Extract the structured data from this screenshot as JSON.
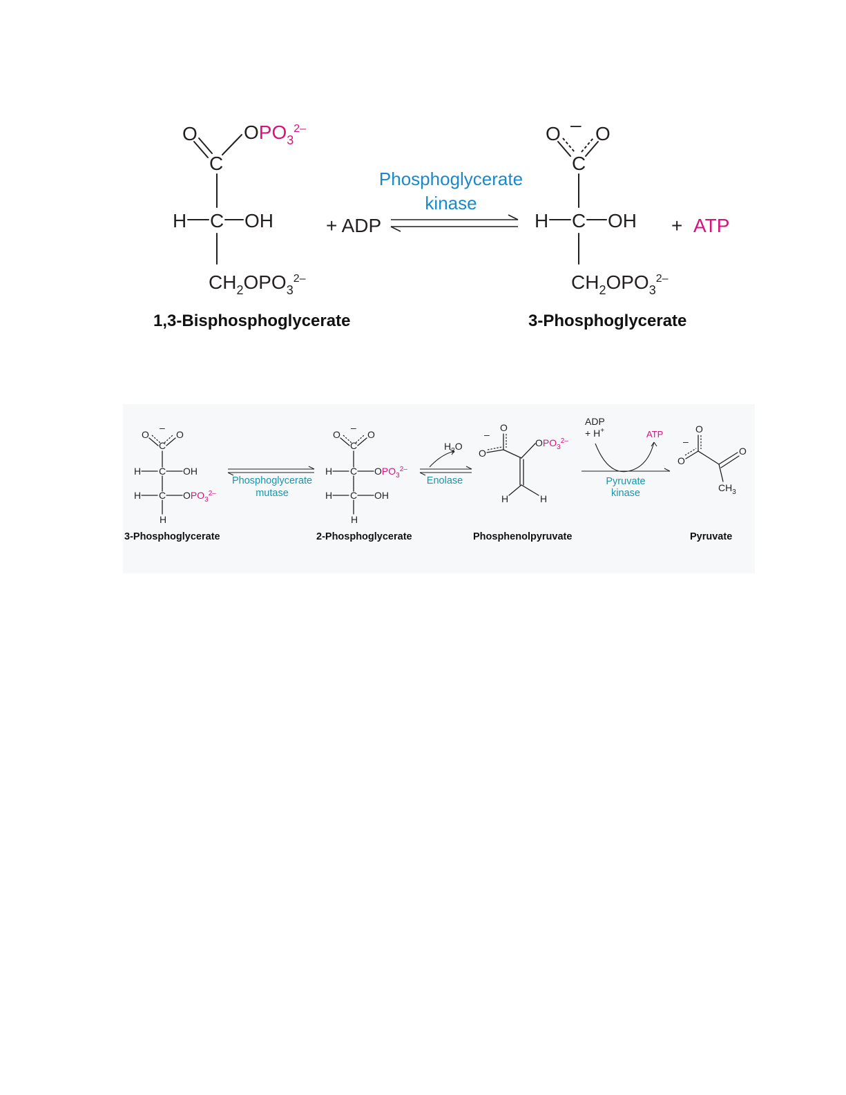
{
  "colors": {
    "text": "#231f20",
    "phosphate": "#d6127f",
    "enzyme_blue": "#1a88c9",
    "enzyme_teal": "#1596ad"
  },
  "reaction1": {
    "reactant": {
      "name": "1,3-Bisphosphoglycerate",
      "atoms": {
        "o": "O",
        "opo3": "OPO",
        "sub3": "3",
        "charge": "2–",
        "c": "C",
        "h": "H",
        "oh": "OH",
        "ch2": "CH",
        "sub2": "2",
        "opo3b": "OPO",
        "sub3b": "3",
        "chargeb": "2–"
      }
    },
    "plus_adp": "+ ADP",
    "enzyme_line1": "Phosphoglycerate",
    "enzyme_line2": "kinase",
    "product": {
      "name": "3-Phosphoglycerate",
      "atoms": {
        "o1": "O",
        "minus": "–",
        "o2": "O",
        "c": "C",
        "h": "H",
        "oh": "OH",
        "ch2": "CH",
        "sub2": "2",
        "opo3": "OPO",
        "sub3": "3",
        "charge": "2–"
      }
    },
    "plus": "+",
    "atp": "ATP"
  },
  "reaction2": {
    "compounds": {
      "pg3": "3-Phosphoglycerate",
      "pg2": "2-Phosphoglycerate",
      "pep": "Phosphenolpyruvate",
      "pyruvate": "Pyruvate"
    },
    "atoms": {
      "o": "O",
      "minus": "–",
      "c": "C",
      "h": "H",
      "oh": "OH",
      "opo": "OPO",
      "sub3": "3",
      "charge": "2–",
      "ch": "CH",
      "h2o_h": "H",
      "h2o_sub": "2",
      "h2o_o": "O"
    },
    "enzymes": {
      "mutase_line1": "Phosphoglycerate",
      "mutase_line2": "mutase",
      "enolase": "Enolase",
      "pk_line1": "Pyruvate",
      "pk_line2": "kinase"
    },
    "cofactors": {
      "adp": "ADP",
      "plus_h": "+ H",
      "h_plus_sup": "+",
      "atp": "ATP"
    }
  }
}
